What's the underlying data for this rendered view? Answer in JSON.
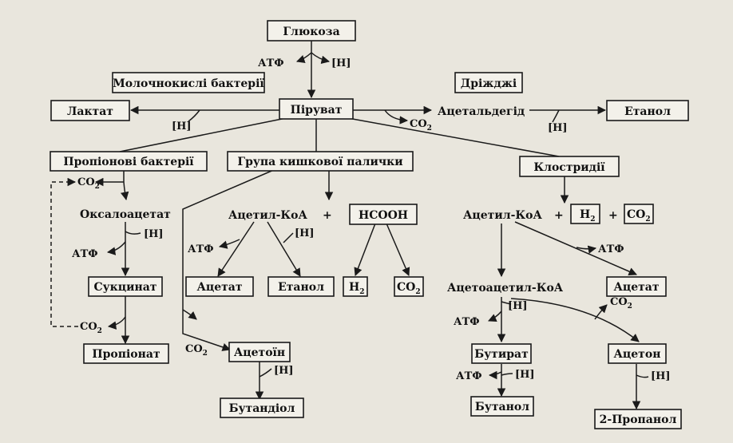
{
  "nodes": {
    "glucose": "Глюкоза",
    "lactic_bacteria": "Молочнокислі бактерії",
    "yeast": "Дріжджі",
    "lactate": "Лактат",
    "pyruvate": "Піруват",
    "acetaldehyde": "Ацетальдегід",
    "ethanol_top": "Етанол",
    "propionic_bacteria": "Пропіонові бактерії",
    "ecoli_group": "Група кишкової палички",
    "clostridia": "Клостридії",
    "oxaloacetate": "Оксалоацетат",
    "acetyl_coa_mid": "Ацетил-КоА",
    "hcooh": "HCOOH",
    "acetyl_coa_right": "Ацетил-КоА",
    "h2_right": "H",
    "co2_right": "CO",
    "acetate_mid": "Ацетат",
    "ethanol_mid": "Етанол",
    "h2_mid": "H",
    "co2_mid": "CO",
    "acetoacetyl_coa": "Ацетоацетил-КоА",
    "acetate_right": "Ацетат",
    "succinate": "Сукцинат",
    "propionate": "Пропіонат",
    "acetoin": "Ацетоїн",
    "butyrate": "Бутират",
    "acetone": "Ацетон",
    "butanediol": "Бутандіол",
    "butanol": "Бутанол",
    "propanol": "2-Пропанол"
  },
  "labels": {
    "atp": "АТФ",
    "h": "[H]",
    "co2": "CO",
    "plus": "+",
    "sub2": "2"
  }
}
